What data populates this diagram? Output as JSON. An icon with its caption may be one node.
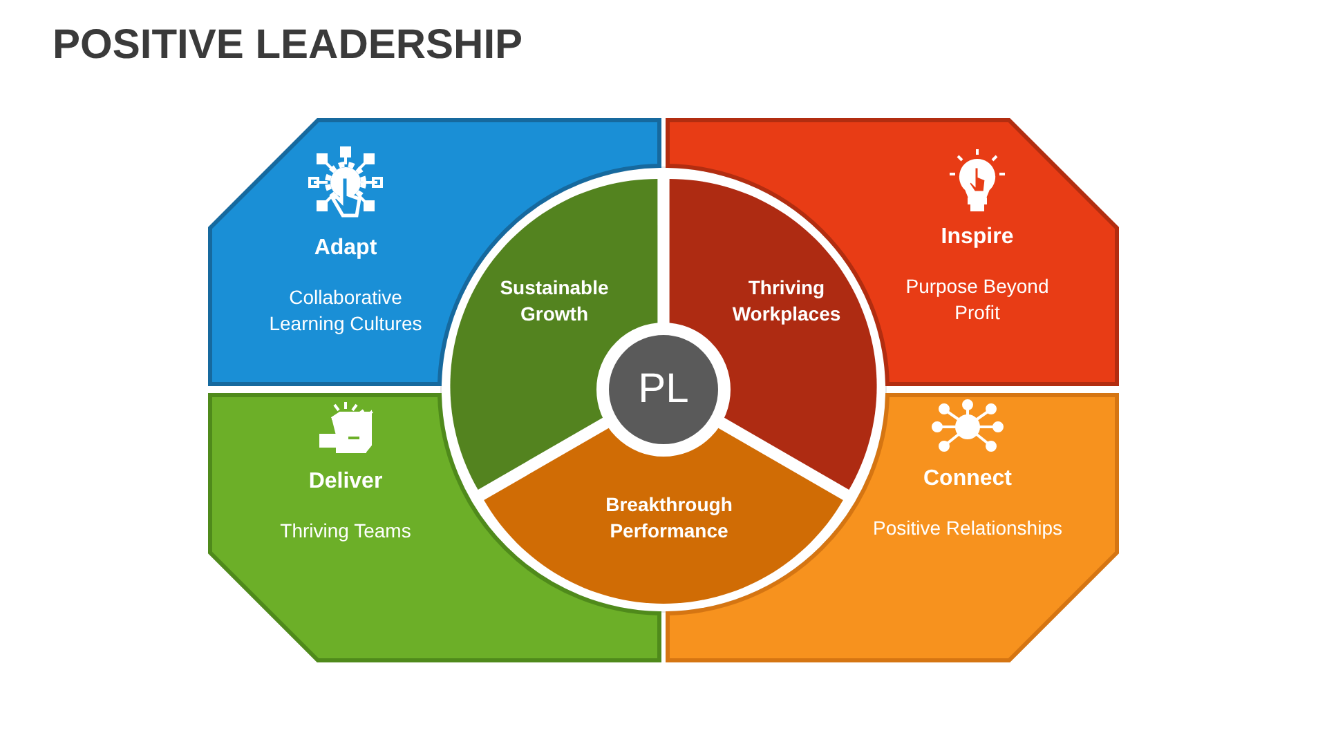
{
  "diagram": {
    "title": "POSITIVE LEADERSHIP",
    "nodes": [
      {
        "text": [
          "Adapt",
          "Collaborative Learning Cultures"
        ]
      },
      {
        "text": [
          "Inspire",
          "Purpose Beyond Profit"
        ]
      },
      {
        "text": [
          "Sustainable Growth"
        ]
      },
      {
        "text": [
          "Thriving Workplaces"
        ]
      },
      {
        "text": [
          "PL"
        ]
      },
      {
        "text": [
          "Deliver",
          "Thriving Teams"
        ]
      },
      {
        "text": [
          "Connect",
          "Positive Relationships"
        ]
      },
      {
        "text": [
          "Breakthrough Performance"
        ]
      }
    ]
  }
}
